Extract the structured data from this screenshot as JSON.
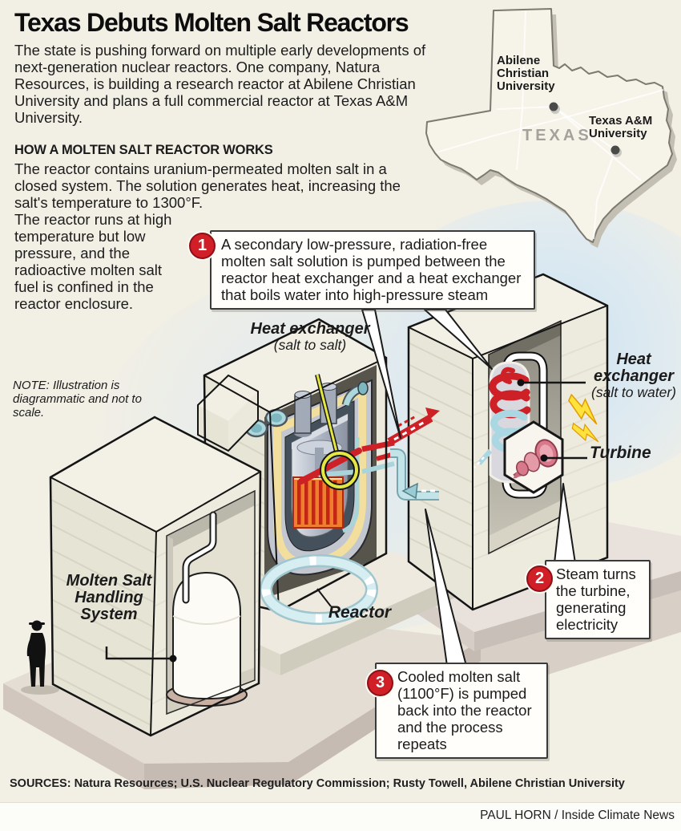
{
  "header": {
    "title": "Texas Debuts Molten Salt Reactors",
    "intro": "The state is pushing forward on multiple early developments of next-generation nuclear reactors. One company, Natura Resources, is building a research reactor at Abilene Christian University and plans a full commercial reactor at Texas A&M University."
  },
  "how_it_works": {
    "heading": "HOW A MOLTEN SALT REACTOR WORKS",
    "para1": "The reactor contains uranium-permeated molten salt in a closed system. The solution generates heat, increasing the salt's temperature to 1300°F.",
    "para2": "The reactor runs at high temperature but low pressure, and the radioactive molten salt fuel is confined in the reactor enclosure."
  },
  "map": {
    "state_label": "TEXAS",
    "marker1": "Abilene Christian University",
    "marker2": "Texas A&M University"
  },
  "note": "NOTE: Illustration is diagrammatic and not to scale.",
  "labels": {
    "handling_system": "Molten Salt Handling System",
    "hx_salt": "Heat exchanger",
    "hx_salt_sub": "(salt to salt)",
    "reactor": "Reactor",
    "hx_water": "Heat exchanger",
    "hx_water_sub": "(salt to water)",
    "turbine": "Turbine"
  },
  "callouts": [
    {
      "number": "1",
      "text": "A secondary low-pressure, radiation-free molten salt solution is pumped between the reactor heat exchanger and a heat exchanger that boils water into high-pressure steam"
    },
    {
      "number": "2",
      "text": "Steam turns the turbine, generating electricity"
    },
    {
      "number": "3",
      "text": "Cooled molten salt (1100°F) is pumped back into the reactor and the process repeats"
    }
  ],
  "footer": {
    "sources": "SOURCES: Natura Resources; U.S. Nuclear Regulatory Commission; Rusty Towell, Abilene Christian University",
    "credit": "PAUL HORN / Inside Climate News"
  },
  "colors": {
    "accent_red": "#ce2127",
    "pipe_teal": "#b6dce1",
    "highlight_yellow": "#ffe33c",
    "sky_blue": "#cfe4f4",
    "background": "#f2efe5"
  }
}
